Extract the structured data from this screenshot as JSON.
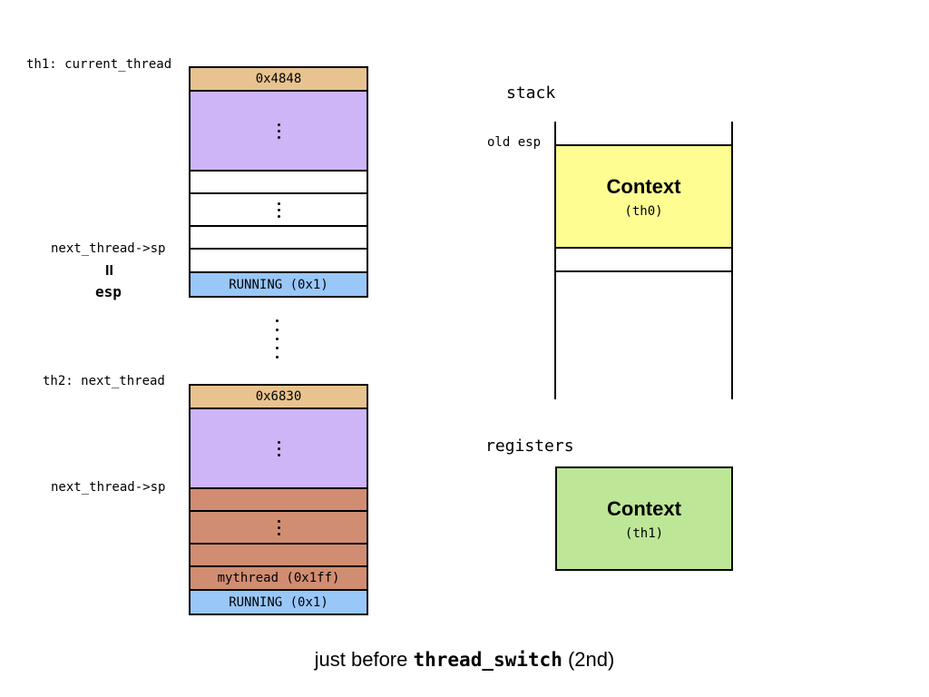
{
  "thread1": {
    "label": "th1: current_thread",
    "top_value": "0x4848",
    "sp_label": "next_thread->sp",
    "equals_sign": "II",
    "esp_label": "esp",
    "running": "RUNNING (0x1)"
  },
  "thread2": {
    "label": "th2: next_thread",
    "top_value": "0x6830",
    "sp_label": "next_thread->sp",
    "mythread": "mythread (0x1ff)",
    "running": "RUNNING (0x1)"
  },
  "stack": {
    "title": "stack",
    "old_esp": "old esp",
    "context_title": "Context",
    "context_owner": "(th0)"
  },
  "registers": {
    "title": "registers",
    "context_title": "Context",
    "context_owner": "(th1)"
  },
  "caption": {
    "prefix": "just before ",
    "code": "thread_switch",
    "suffix": " (2nd)"
  },
  "colors": {
    "tan": "#e8c38f",
    "purple": "#cdb5f7",
    "blue": "#98c7f8",
    "brown": "#d18d72",
    "yellow": "#fdfd92",
    "green": "#bde697"
  }
}
